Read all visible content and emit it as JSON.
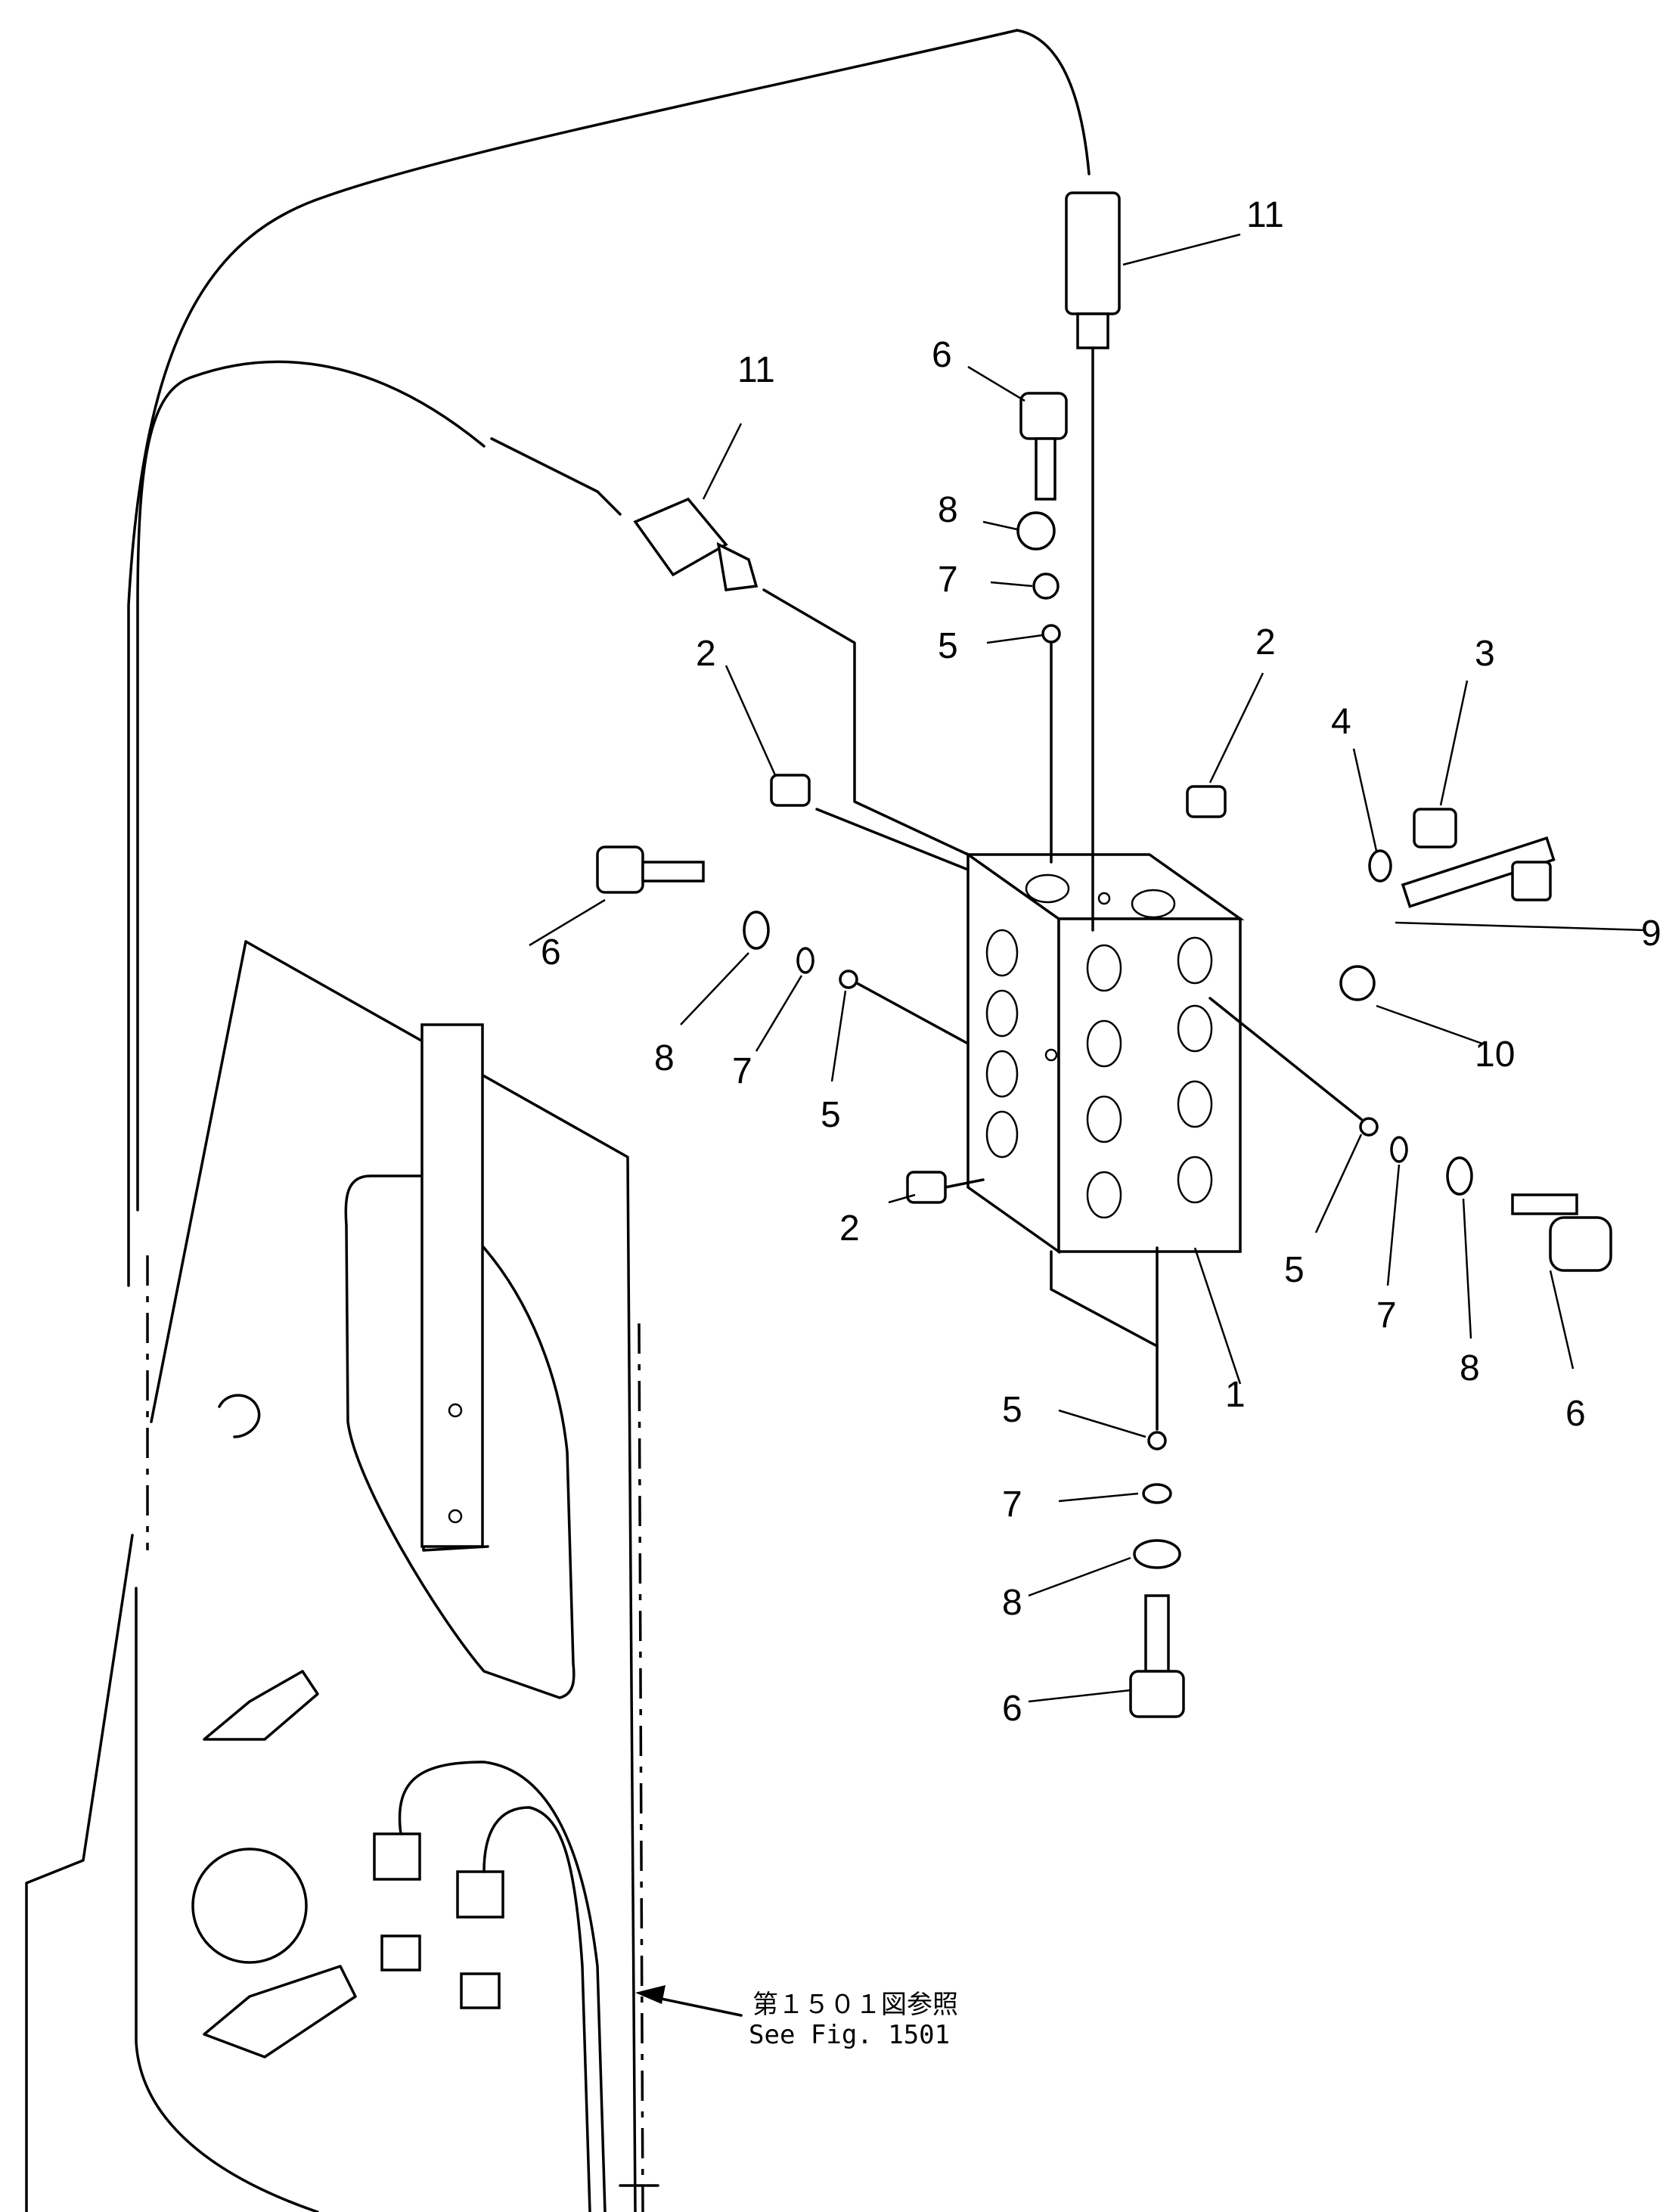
{
  "labels": {
    "l11a": "11",
    "l11b": "11",
    "l6a": "6",
    "l6b": "6",
    "l6c": "6",
    "l6d": "6",
    "l8a": "8",
    "l8b": "8",
    "l8c": "8",
    "l8d": "8",
    "l7a": "7",
    "l7b": "7",
    "l7c": "7",
    "l7d": "7",
    "l5a": "5",
    "l5b": "5",
    "l5c": "5",
    "l5d": "5",
    "l2a": "2",
    "l2b": "2",
    "l2c": "2",
    "l3": "3",
    "l4": "4",
    "l9": "9",
    "l10": "10",
    "l1": "1"
  },
  "reference": {
    "line1": "第１５０１図参照",
    "line2": "See Fig. 1501"
  }
}
